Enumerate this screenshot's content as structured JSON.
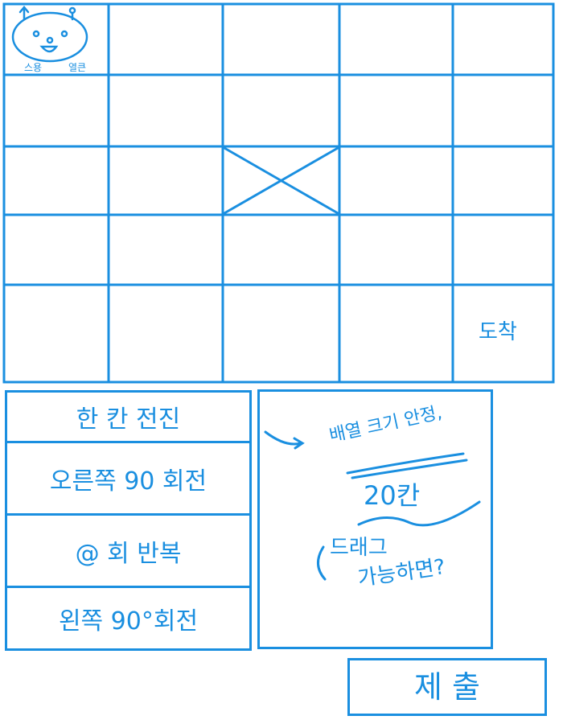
{
  "board": {
    "rows": 5,
    "cols": 5,
    "start_labels": {
      "left": "스용",
      "right": "열큰"
    },
    "obstacle": {
      "row": 2,
      "col": 2
    },
    "goal_label": "도착"
  },
  "commands": [
    {
      "label": "한 칸 전진"
    },
    {
      "label": "오른쪽 90 회전"
    },
    {
      "label": "@ 회 반복"
    },
    {
      "label": "왼쪽 90°회전"
    }
  ],
  "program_area": {
    "note_line1": "배열 크기 안정,",
    "note_line2": "20칸",
    "note_line3": "드래그",
    "note_line4": "가능하면?"
  },
  "submit_label": "제 출",
  "colors": {
    "ink": "#1a8fe0",
    "background": "#ffffff"
  }
}
